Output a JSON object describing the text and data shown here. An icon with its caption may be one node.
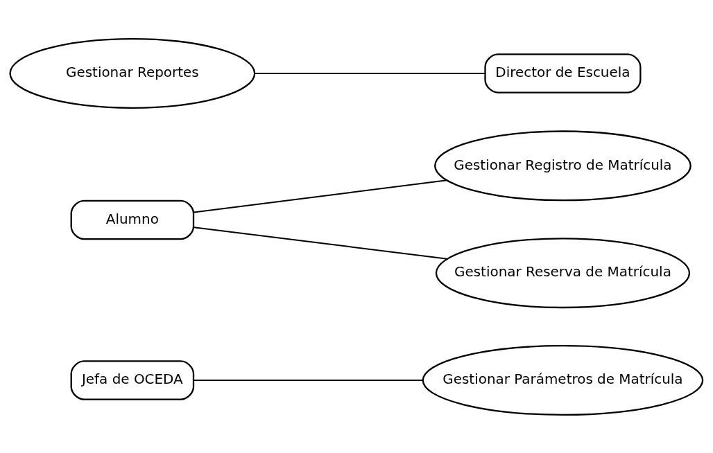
{
  "diagram": {
    "nodes": [
      {
        "text": [
          "Jefa de OCEDA"
        ]
      },
      {
        "text": [
          "Gestionar Parámetros de Matrícula"
        ]
      },
      {
        "text": [
          "Alumno"
        ]
      },
      {
        "text": [
          "Gestionar Registro de Matrícula"
        ]
      },
      {
        "text": [
          "Gestionar Reportes"
        ]
      },
      {
        "text": [
          "Director de Escuela"
        ]
      },
      {
        "text": [
          "Gestionar Reserva de Matrícula"
        ]
      }
    ],
    "edges": [
      {
        "from": 0,
        "to": 1,
        "arrow": "none"
      },
      {
        "from": 2,
        "to": 3,
        "arrow": "none"
      },
      {
        "from": 4,
        "to": 5,
        "arrow": "none"
      },
      {
        "from": 2,
        "to": 6,
        "arrow": "none"
      }
    ]
  }
}
